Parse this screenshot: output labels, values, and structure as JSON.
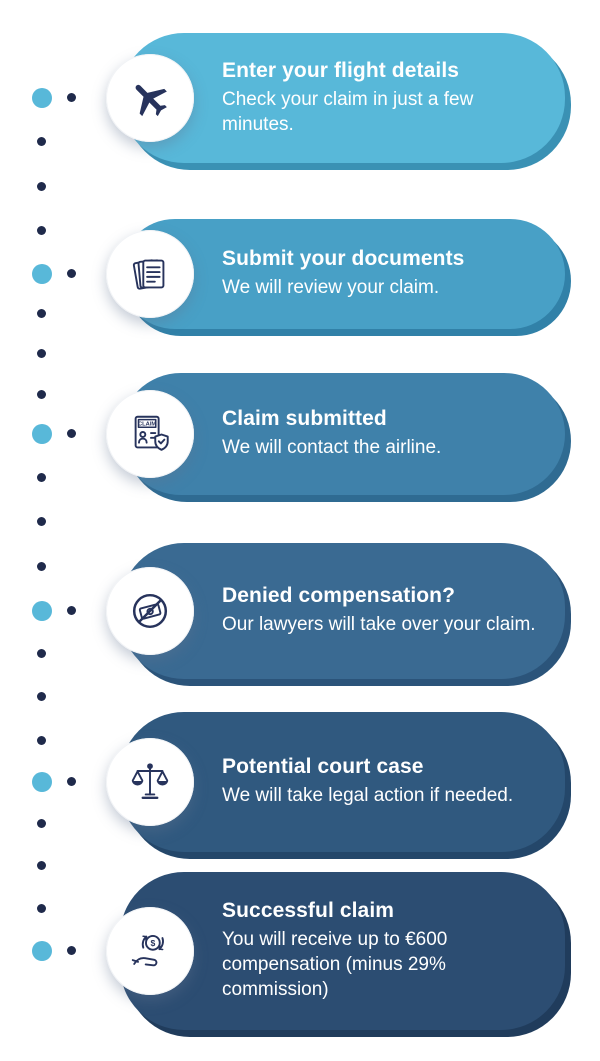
{
  "infographic": {
    "icon_color": "#27335c",
    "background": "#ffffff",
    "timeline": {
      "dot_large_color": "#58b8d9",
      "dot_small_color": "#1f2a4b"
    },
    "steps": [
      {
        "title": "Enter your flight details",
        "description": "Check your claim in just a few minutes.",
        "icon": "airplane-icon",
        "color": "#58b8d9",
        "shadow_color": "#3a91b4"
      },
      {
        "title": "Submit your documents",
        "description": "We will review your claim.",
        "icon": "documents-icon",
        "color": "#48a0c6",
        "shadow_color": "#3181a8"
      },
      {
        "title": "Claim submitted",
        "description": "We will contact the airline.",
        "icon": "claim-shield-icon",
        "icon_label": "CLAIM",
        "color": "#3f81aa",
        "shadow_color": "#2f6b92"
      },
      {
        "title": "Denied compensation?",
        "description": "Our lawyers will take over your claim.",
        "icon": "no-money-icon",
        "color": "#3a6a92",
        "shadow_color": "#2b547a"
      },
      {
        "title": "Potential court case",
        "description": "We will take legal action if needed.",
        "icon": "scales-of-justice-icon",
        "color": "#30597f",
        "shadow_color": "#24476a"
      },
      {
        "title": "Successful claim",
        "description": "You will receive up to €600 compensation (minus 29% commission)",
        "icon": "money-hand-icon",
        "icon_symbol": "$",
        "color": "#2c4d72",
        "shadow_color": "#203c5c"
      }
    ]
  }
}
